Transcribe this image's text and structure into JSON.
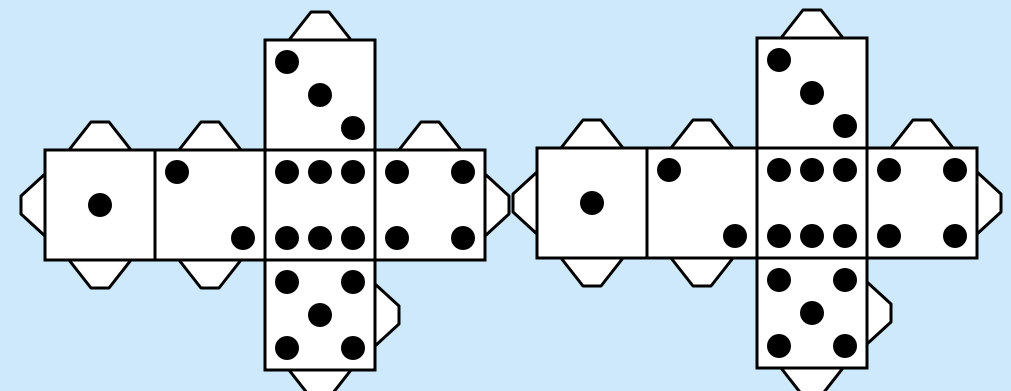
{
  "background_color": "#cde9fb",
  "face_color": "#ffffff",
  "outline_color": "#000000",
  "pip_color": "#000000",
  "nets": [
    {
      "name": "dice-net-left",
      "faces": [
        {
          "name": "top",
          "pips": 3
        },
        {
          "name": "left",
          "pips": 1
        },
        {
          "name": "mid-left",
          "pips": 2
        },
        {
          "name": "center",
          "pips": 6
        },
        {
          "name": "right",
          "pips": 4
        },
        {
          "name": "bottom",
          "pips": 5
        }
      ]
    },
    {
      "name": "dice-net-right",
      "faces": [
        {
          "name": "top",
          "pips": 3
        },
        {
          "name": "left",
          "pips": 1
        },
        {
          "name": "mid-left",
          "pips": 2
        },
        {
          "name": "center",
          "pips": 6
        },
        {
          "name": "right",
          "pips": 4
        },
        {
          "name": "bottom",
          "pips": 5
        }
      ]
    }
  ]
}
